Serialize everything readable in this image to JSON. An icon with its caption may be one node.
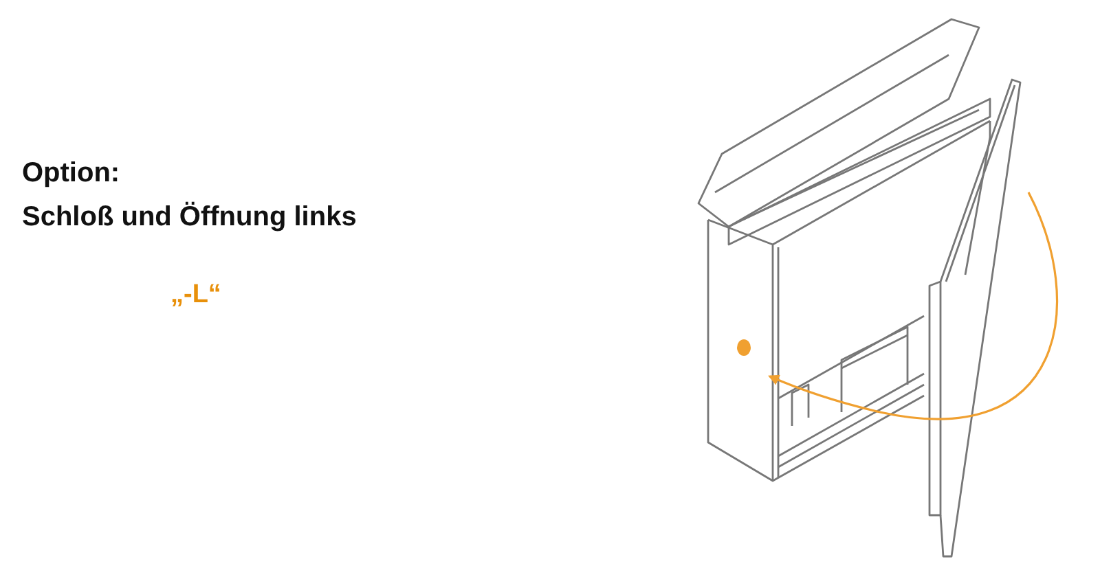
{
  "diagram": {
    "labels": [
      "Option:",
      "Schloß und Öffnung links",
      "„-L“"
    ]
  }
}
